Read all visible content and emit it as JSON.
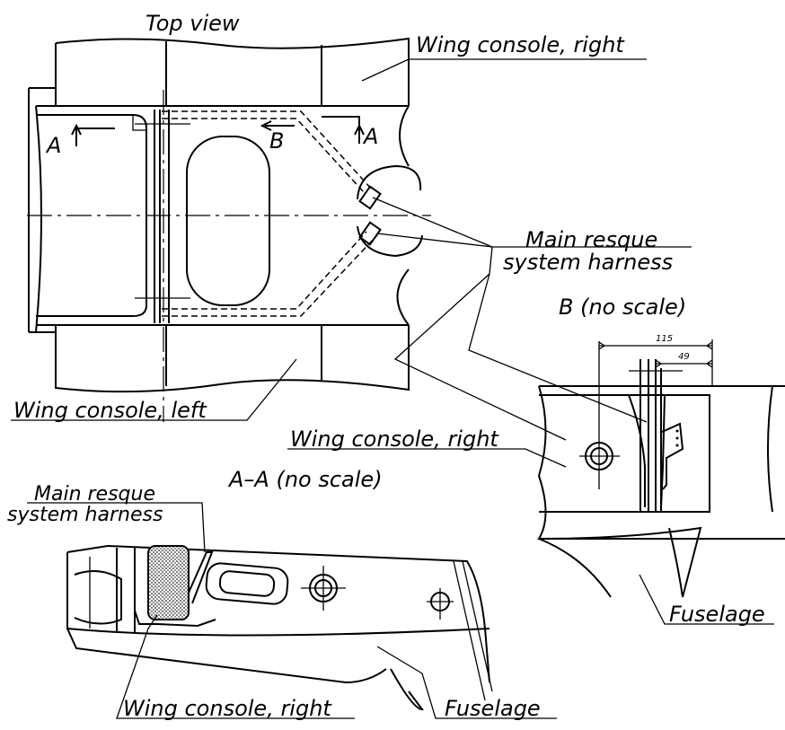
{
  "labels": {
    "top_view": "Top view",
    "wing_console_right_top": "Wing console, right",
    "section_a_left": "A",
    "section_b": "B",
    "section_a_right": "A",
    "main_harness_line1": "Main resque",
    "main_harness_line2": "system harness",
    "view_b_title": "B (no scale)",
    "dim_115": "115",
    "dim_49": "49",
    "wing_console_left": "Wing console, left",
    "wing_console_right_b": "Wing console, right",
    "section_aa_title": "A–A (no scale)",
    "aa_harness_line1": "Main resque",
    "aa_harness_line2": "system harness",
    "fuselage_b": "Fuselage",
    "wing_console_right_aa": "Wing console, right",
    "fuselage_aa": "Fuselage"
  }
}
